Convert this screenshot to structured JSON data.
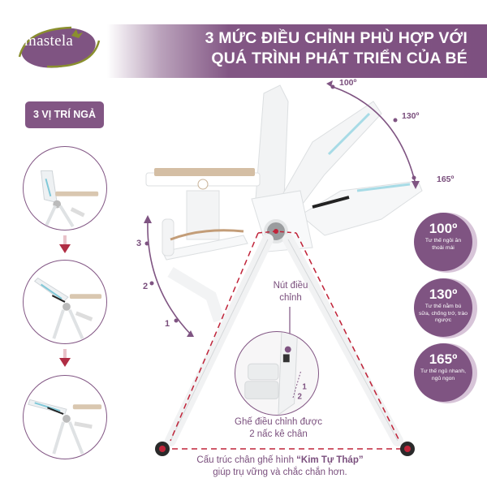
{
  "brand": {
    "name": "mastela",
    "colors": {
      "primary": "#825684",
      "accent_green": "#7d8a2e",
      "guide_red": "#c0243a"
    }
  },
  "header": {
    "title_line1": "3 MỨC ĐIỀU CHỈNH PHÙ HỢP VỚI",
    "title_line2": "QUÁ TRÌNH PHÁT TRIỂN CỦA BÉ"
  },
  "recline_section": {
    "badge": "3 VỊ TRÍ NGẢ",
    "thumbnails": [
      {
        "name": "upright"
      },
      {
        "name": "semi-recline"
      },
      {
        "name": "full-recline"
      }
    ]
  },
  "angle_arc": {
    "labels": [
      "100º",
      "130º",
      "165º"
    ]
  },
  "footrest_arc": {
    "labels": [
      "3",
      "2",
      "1"
    ]
  },
  "positions": [
    {
      "deg": "100º",
      "desc": "Tư thế ngồi ăn thoải mái"
    },
    {
      "deg": "130º",
      "desc": "Tư thế nằm bú sữa, chống trớ, trào ngược"
    },
    {
      "deg": "165º",
      "desc": "Tư thế ngủ nhanh, ngủ ngon"
    }
  ],
  "callouts": {
    "button_line1": "Nút điều",
    "button_line2": "chỉnh",
    "footrest_line1": "Ghế điều chỉnh được",
    "footrest_line2": "2 nấc kê chân",
    "footrest_steps": [
      "1",
      "2"
    ]
  },
  "footer": {
    "prefix": "Cấu trúc chân ghế hình ",
    "highlight": "“Kim Tự Tháp”",
    "line2": "giúp trụ vững và chắc chắn hơn."
  }
}
